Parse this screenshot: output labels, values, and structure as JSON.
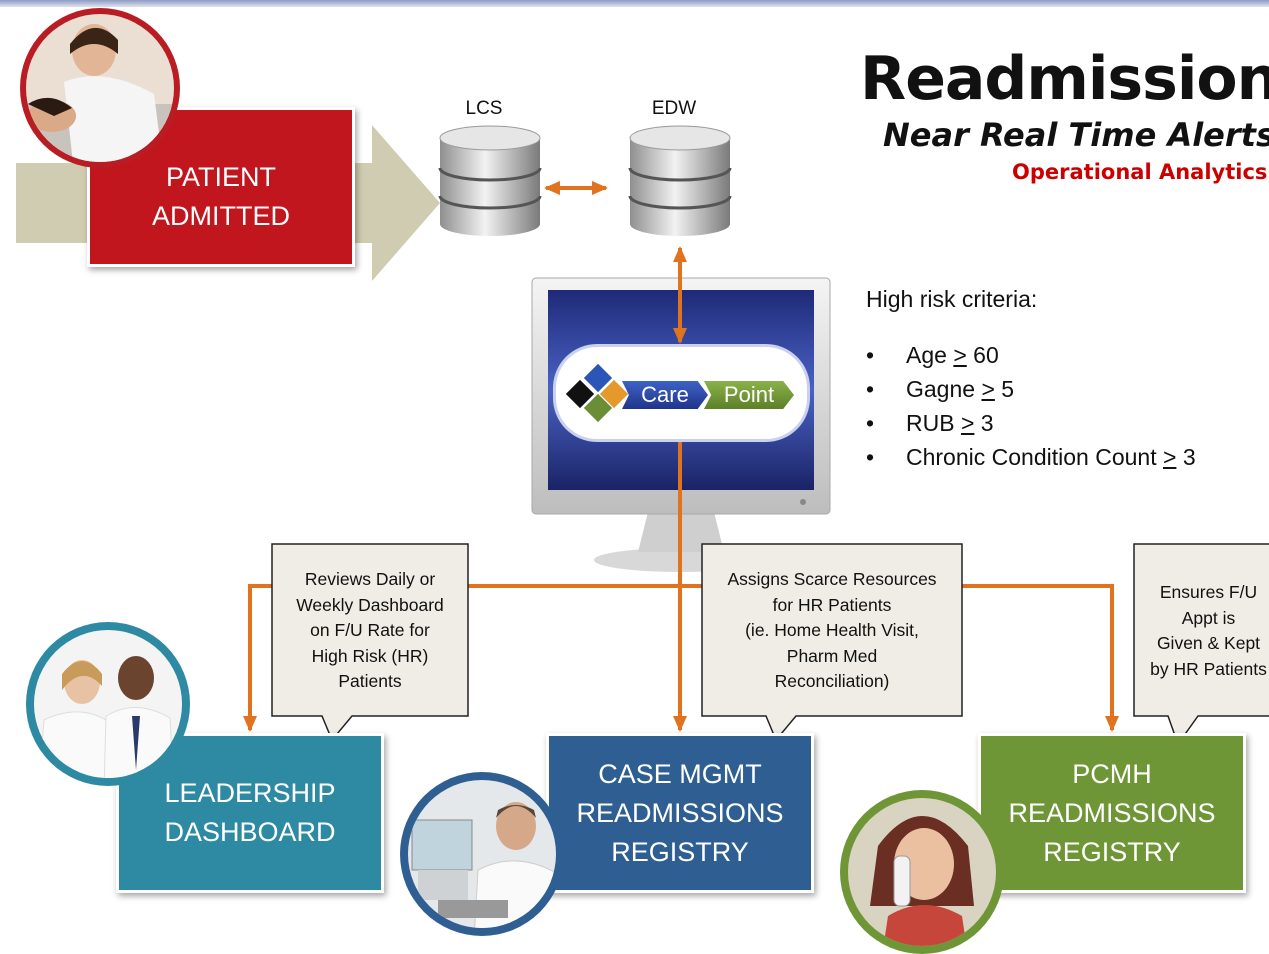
{
  "title": "Readmissions",
  "subtitle": "Near Real Time Alerts",
  "tag": "Operational Analytics",
  "patient_admitted": {
    "line1": "PATIENT",
    "line2": "ADMITTED"
  },
  "databases": {
    "left": "LCS",
    "right": "EDW"
  },
  "logo": {
    "word1": "Care",
    "word2": "Point"
  },
  "criteria": {
    "title": "High risk criteria:",
    "items": [
      {
        "name": "Age",
        "op": ">",
        "value": "60"
      },
      {
        "name": "Gagne",
        "op": ">",
        "value": "5"
      },
      {
        "name": "RUB",
        "op": ">",
        "value": "3"
      },
      {
        "name": "Chronic Condition Count",
        "op": ">",
        "value": "3"
      }
    ]
  },
  "callouts": {
    "leadership": "Reviews Daily or\nWeekly Dashboard\non F/U Rate for\nHigh Risk (HR)\nPatients",
    "casemgmt": "Assigns Scarce Resources\nfor HR Patients\n(ie. Home Health Visit,\nPharm Med\nReconciliation)",
    "pcmh": "Ensures F/U\nAppt is\nGiven & Kept\nby HR Patients"
  },
  "boxes": {
    "leadership": {
      "line1": "LEADERSHIP",
      "line2": "DASHBOARD"
    },
    "casemgmt": {
      "line1": "CASE MGMT",
      "line2": "READMISSIONS",
      "line3": "REGISTRY"
    },
    "pcmh": {
      "line1": "PCMH",
      "line2": "READMISSIONS",
      "line3": "REGISTRY"
    }
  },
  "colors": {
    "patient_red": "#c2161f",
    "leadership_teal": "#2e8aa3",
    "casemgmt_blue": "#2f5f92",
    "pcmh_green": "#6f9636",
    "arrow_orange": "#e1731f",
    "callout_bg": "#efede5",
    "big_arrow": "#cbc6a8"
  }
}
